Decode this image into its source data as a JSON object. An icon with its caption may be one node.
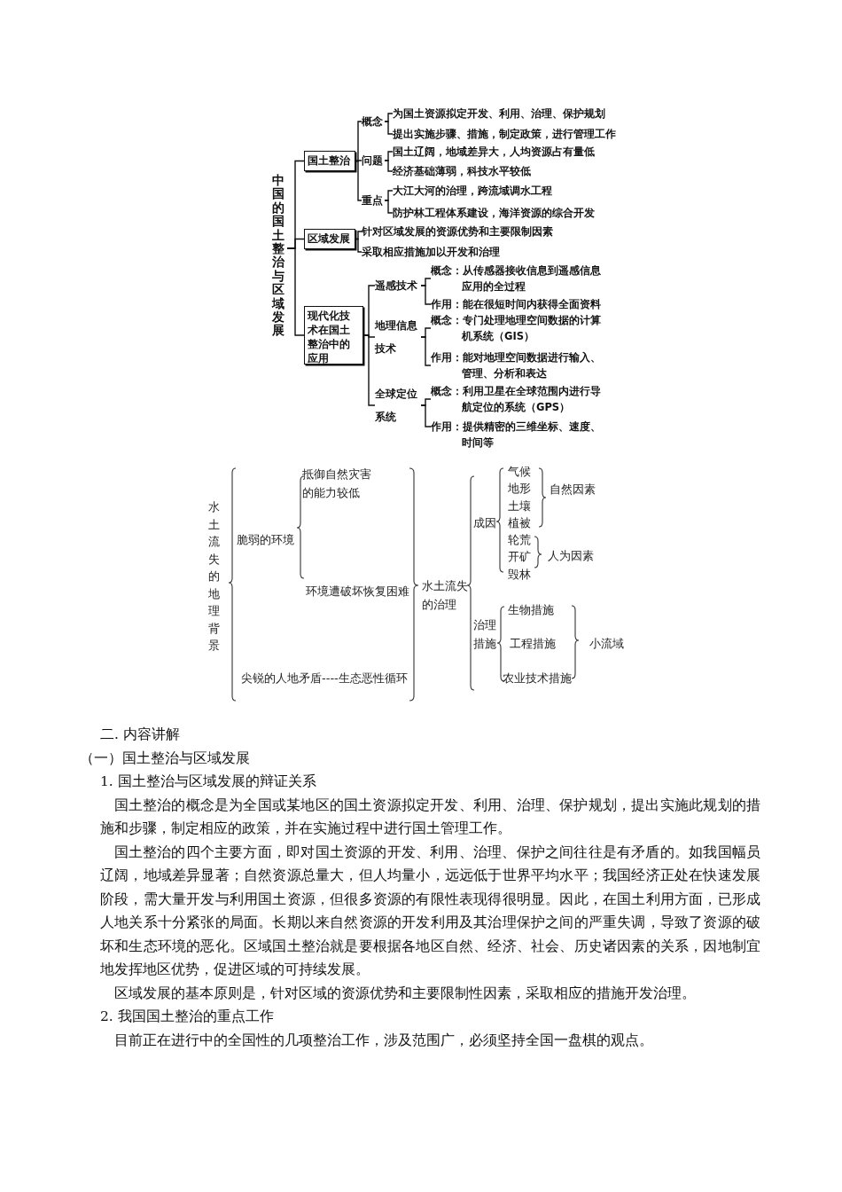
{
  "diagram": {
    "nodes": [
      {
        "text": [
          "中国的国土整治与区域发展"
        ]
      },
      {
        "text": [
          "国土整治"
        ]
      },
      {
        "text": [
          "概念"
        ]
      },
      {
        "text": [
          "为国土资源拟定开发、利用、治理、保护规划"
        ]
      },
      {
        "text": [
          "提出实施步骤、措施，制定政策，进行管理工作"
        ]
      },
      {
        "text": [
          "问题"
        ]
      },
      {
        "text": [
          "国土辽阔，地域差异大，人均资源占有量低"
        ]
      },
      {
        "text": [
          "经济基础薄弱，科技水平较低"
        ]
      },
      {
        "text": [
          "重点"
        ]
      },
      {
        "text": [
          "大江大河的治理，跨流域调水工程"
        ]
      },
      {
        "text": [
          "防护林工程体系建设，海洋资源的综合开发"
        ]
      },
      {
        "text": [
          "区域发展"
        ]
      },
      {
        "text": [
          "针对区域发展的资源优势和主要限制因素"
        ]
      },
      {
        "text": [
          "采取相应措施加以开发和治理"
        ]
      },
      {
        "text": [
          "现代化技术在国土整治中的应用"
        ]
      },
      {
        "text": [
          "遥感技术"
        ]
      },
      {
        "text": [
          "概念：从传感器接收信息到遥感信息应用的全过程"
        ]
      },
      {
        "text": [
          "作用：能在很短时间内获得全面资料"
        ]
      },
      {
        "text": [
          "地理信息技术"
        ]
      },
      {
        "text": [
          "概念：专门处理地理空间数据的计算机系统（GIS）"
        ]
      },
      {
        "text": [
          "作用：能对地理空间数据进行输入、管理、分析和表达"
        ]
      },
      {
        "text": [
          "全球定位系统"
        ]
      },
      {
        "text": [
          "概念：利用卫星在全球范围内进行导航定位的系统（GPS）"
        ]
      },
      {
        "text": [
          "作用：提供精密的三维坐标、速度、时间等"
        ]
      }
    ],
    "edges": [
      {
        "from": 0,
        "to": 1,
        "arrow": "none"
      },
      {
        "from": 0,
        "to": 11,
        "arrow": "none"
      },
      {
        "from": 0,
        "to": 14,
        "arrow": "none"
      },
      {
        "from": 1,
        "to": 2,
        "arrow": "none"
      },
      {
        "from": 1,
        "to": 5,
        "arrow": "none"
      },
      {
        "from": 1,
        "to": 8,
        "arrow": "none"
      },
      {
        "from": 2,
        "to": 3,
        "arrow": "none"
      },
      {
        "from": 2,
        "to": 4,
        "arrow": "none"
      },
      {
        "from": 5,
        "to": 6,
        "arrow": "none"
      },
      {
        "from": 5,
        "to": 7,
        "arrow": "none"
      },
      {
        "from": 8,
        "to": 9,
        "arrow": "none"
      },
      {
        "from": 8,
        "to": 10,
        "arrow": "none"
      },
      {
        "from": 11,
        "to": 12,
        "arrow": "none"
      },
      {
        "from": 11,
        "to": 13,
        "arrow": "none"
      },
      {
        "from": 14,
        "to": 15,
        "arrow": "none"
      },
      {
        "from": 14,
        "to": 18,
        "arrow": "none"
      },
      {
        "from": 14,
        "to": 21,
        "arrow": "none"
      },
      {
        "from": 15,
        "to": 16,
        "arrow": "none"
      },
      {
        "from": 15,
        "to": 17,
        "arrow": "none"
      },
      {
        "from": 18,
        "to": 19,
        "arrow": "none"
      },
      {
        "from": 18,
        "to": 20,
        "arrow": "none"
      },
      {
        "from": 21,
        "to": 22,
        "arrow": "none"
      },
      {
        "from": 21,
        "to": 23,
        "arrow": "none"
      }
    ],
    "labels": [
      "水土流失的地理背景",
      "抵御自然灾害的能力较低",
      "脆弱的环境",
      "环境遭破坏恢复困难",
      "尖锐的人地矛盾----生态恶性循环",
      "水土流失的治理",
      "成因",
      "气候",
      "地形",
      "土壤",
      "植被",
      "自然因素",
      "轮荒",
      "开矿",
      "毁林",
      "人为因素",
      "治理措施",
      "生物措施",
      "工程措施",
      "农业技术措施",
      "小流域",
      "二. 内容讲解",
      "（一）国土整治与区域发展",
      "1. 国土整治与区域发展的辩证关系",
      "国土整治的概念是为全国或某地区的国土资源拟定开发、利用、治理、保护规划，提出实施此规划的措施和步骤，制定相应的政策，并在实施过程中进行国土管理工作。",
      "国土整治的四个主要方面，即对国土资源的开发、利用、治理、保护之间往往是有矛盾的。如我国幅员辽阔，地域差异显著；自然资源总量大，但人均量小，远远低于世界平均水平；我国经济正处在快速发展阶段，需大量开发与利用国土资源，但很多资源的有限性表现得很明显。因此，在国土利用方面，已形成人地关系十分紧张的局面。长期以来自然资源的开发利用及其治理保护之间的严重失调，导致了资源的破坏和生态环境的恶化。区域国土整治就是要根据各地区自然、经济、社会、历史诸因素的关系，因地制宜地发挥地区优势，促进区域的可持续发展。",
      "区域发展的基本原则是，针对区域的资源优势和主要限制性因素，采取相应的措施开发治理。",
      "2. 我国国土整治的重点工作",
      "目前正在进行中的全国性的几项整治工作，涉及范围广，必须坚持全国一盘棋的观点。"
    ]
  }
}
